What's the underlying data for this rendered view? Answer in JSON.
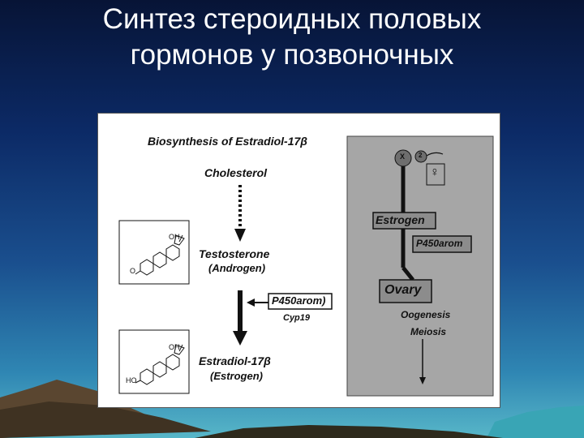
{
  "slide": {
    "title_line1": "Синтез стероидных половых",
    "title_line2": "гормонов у позвоночных"
  },
  "figure": {
    "heading": "Biosynthesis of Estradiol-17β",
    "cholesterol": "Cholesterol",
    "testosterone": "Testosterone",
    "androgen": "(Androgen)",
    "enzyme_box": "P450arom)",
    "cyp": "Cyp19",
    "estradiol": "Estradiol-17β",
    "estrogen_paren": "(Estrogen)",
    "struct1_oh": "OH",
    "struct1_o": "O",
    "struct2_oh": "OH",
    "struct2_ho": "HO"
  },
  "panel": {
    "x_label": "X",
    "x2_label": "2",
    "female_symbol": "♀",
    "estrogen_box": "Estrogen",
    "p450_box": "P450arom",
    "ovary_box": "Ovary",
    "oogenesis": "Oogenesis",
    "meiosis": "Meiosis"
  },
  "colors": {
    "panel_gray": "#a6a6a6",
    "box_gray": "#8c8c8c",
    "sky_top": "#071436",
    "sky_bottom": "#57b6c8"
  }
}
